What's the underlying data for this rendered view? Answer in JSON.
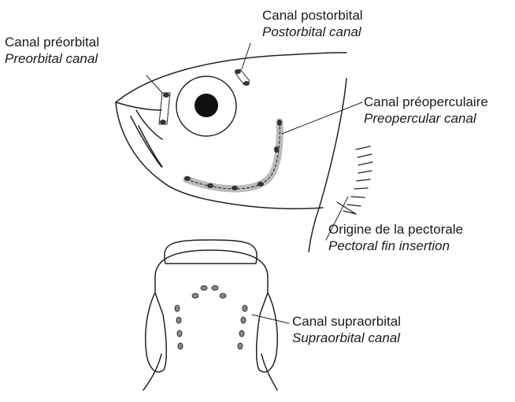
{
  "labels": {
    "preorbital": {
      "fr": "Canal préorbital",
      "en": "Preorbital canal"
    },
    "postorbital": {
      "fr": "Canal postorbital",
      "en": "Postorbital canal"
    },
    "preopercular": {
      "fr": "Canal préoperculaire",
      "en": "Preopercular canal"
    },
    "pectoral": {
      "fr": "Origine de la pectorale",
      "en": "Pectoral fin insertion"
    },
    "supraorbital": {
      "fr": "Canal supraorbital",
      "en": "Supraorbital canal"
    }
  },
  "colors": {
    "ink": "#1a1a1a",
    "background": "#ffffff"
  }
}
